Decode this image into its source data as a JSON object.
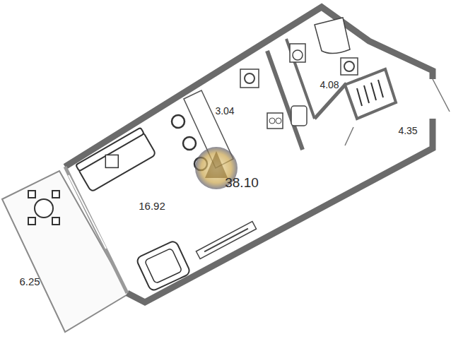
{
  "diagram": {
    "labels": [
      "3.04",
      "4.08",
      "4.35",
      "38.10",
      "16.92",
      "6.25"
    ]
  }
}
